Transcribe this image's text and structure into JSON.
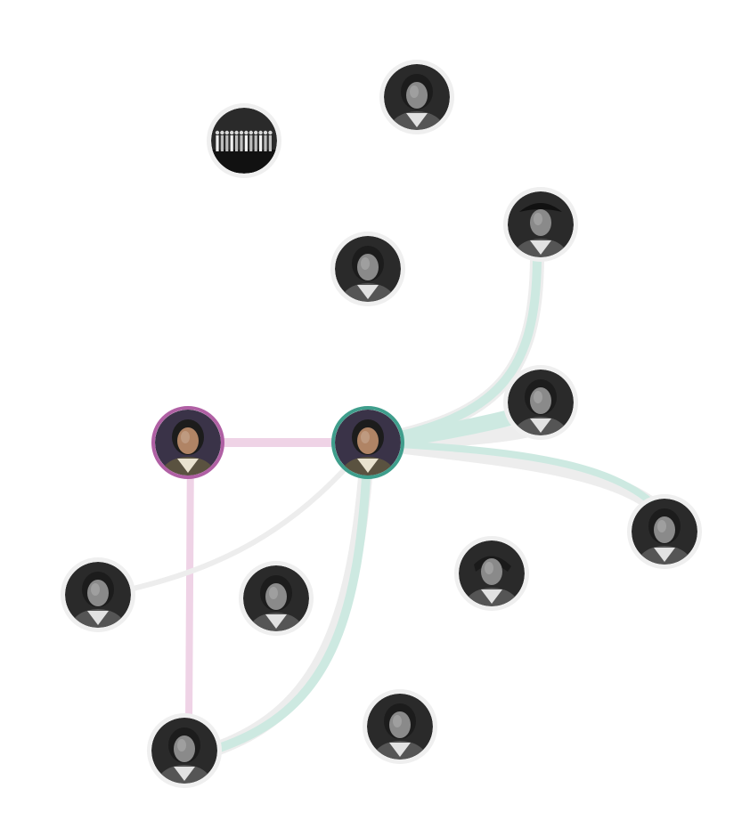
{
  "colors": {
    "hamilton": "#3f9e8c",
    "hamilton_link": "#cde9e1",
    "eliza": "#b060a4",
    "eliza_link": "#efd3e6",
    "neutral_link": "#ededed",
    "node_ring": "#efefef",
    "photo_dark": "#2a2a2a",
    "photo_mid": "#8a8a8a",
    "photo_light": "#e2e2e2"
  },
  "nodes": [
    {
      "id": "ensemble",
      "ring": "neutral",
      "photo": "group"
    },
    {
      "id": "burr",
      "ring": "neutral",
      "photo": "portrait"
    },
    {
      "id": "lafayette-hat",
      "ring": "neutral",
      "photo": "portrait-hat"
    },
    {
      "id": "mulligan",
      "ring": "neutral",
      "photo": "portrait"
    },
    {
      "id": "eliza",
      "ring": "eliza",
      "photo": "portrait-color"
    },
    {
      "id": "hamilton",
      "ring": "hamilton",
      "photo": "portrait-color"
    },
    {
      "id": "washington",
      "ring": "neutral",
      "photo": "portrait"
    },
    {
      "id": "laurens",
      "ring": "neutral",
      "photo": "portrait"
    },
    {
      "id": "angelica",
      "ring": "neutral",
      "photo": "portrait"
    },
    {
      "id": "peggy",
      "ring": "neutral",
      "photo": "portrait"
    },
    {
      "id": "jefferson",
      "ring": "neutral",
      "photo": "portrait-scarf"
    },
    {
      "id": "philip",
      "ring": "neutral",
      "photo": "portrait"
    },
    {
      "id": "maria",
      "ring": "neutral",
      "photo": "portrait"
    },
    {
      "id": "seabury",
      "ring": "neutral",
      "photo": "portrait"
    }
  ],
  "links": [
    {
      "from": "eliza",
      "to": "hamilton",
      "style": "eliza"
    },
    {
      "from": "hamilton",
      "to": "lafayette-hat",
      "style": "hamilton"
    },
    {
      "from": "hamilton",
      "to": "washington",
      "style": "hamilton"
    },
    {
      "from": "hamilton",
      "to": "laurens",
      "style": "hamilton"
    },
    {
      "from": "hamilton",
      "to": "maria",
      "style": "hamilton"
    },
    {
      "from": "eliza",
      "to": "maria",
      "style": "eliza"
    },
    {
      "from": "hamilton",
      "to": "angelica",
      "style": "neutral"
    }
  ]
}
